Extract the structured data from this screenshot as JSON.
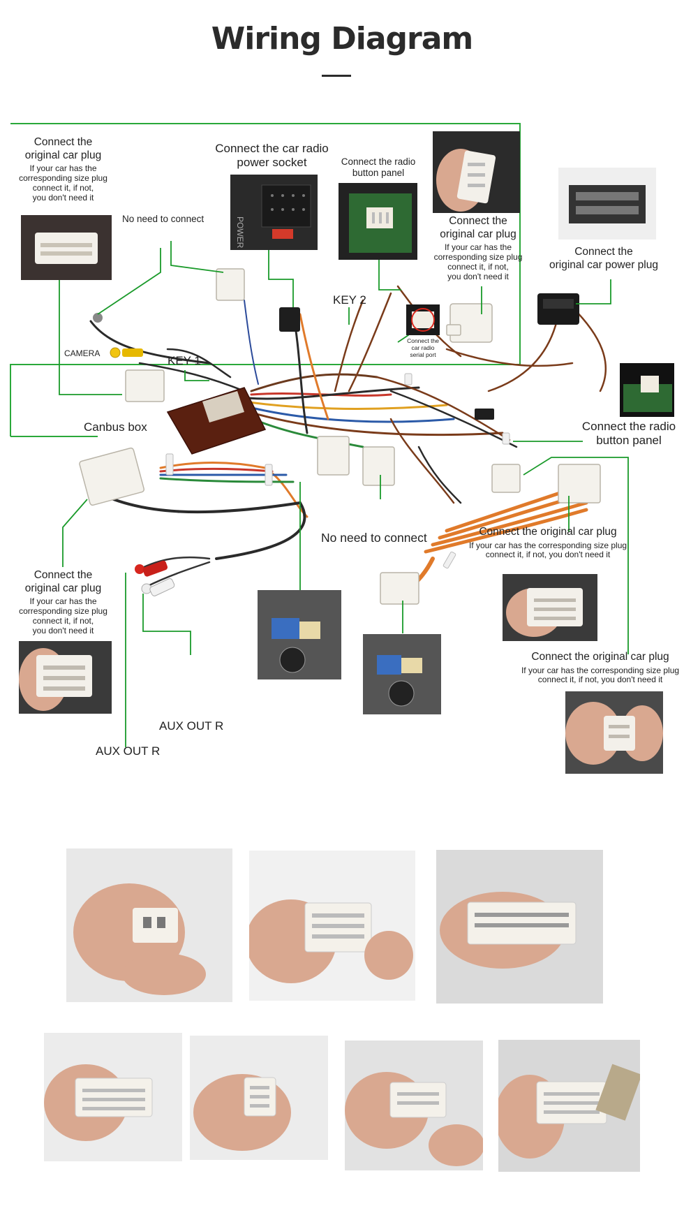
{
  "title": "Wiring Diagram",
  "labels": {
    "orig_plug_top_left": {
      "heading": "Connect the\noriginal car plug",
      "note": "If your car has the\ncorresponding size plug\nconnect it, if not,\nyou don't need it"
    },
    "no_need_top": "No need to connect",
    "power_socket": "Connect the car radio\npower socket",
    "radio_button_top": "Connect the radio\nbutton panel",
    "orig_plug_top_mid": {
      "heading": "Connect the\noriginal car plug",
      "note": "If your car has the\ncorresponding size plug\nconnect it, if not,\nyou don't need it"
    },
    "power_plug": "Connect the\noriginal car power plug",
    "key2": "KEY 2",
    "serial_port": "Connect the\ncar radio\nserial port",
    "camera": "CAMERA",
    "key1": "KEY 1",
    "canbus": "Canbus box",
    "radio_button_right": "Connect the radio\nbutton panel",
    "no_need_mid": "No need to connect",
    "orig_plug_right_1": {
      "heading": "Connect the original car plug",
      "note": "If your car has the corresponding size plug\nconnect it, if not, you don't need it"
    },
    "orig_plug_left_mid": {
      "heading": "Connect the\noriginal car plug",
      "note": "If your car has the\ncorresponding size plug\nconnect it, if not,\nyou don't need it"
    },
    "orig_plug_right_2": {
      "heading": "Connect the original car plug",
      "note": "If your car has the corresponding size plug\nconnect it, if not, you don't need it"
    },
    "aux_out_r_1": "AUX OUT R",
    "aux_out_r_2": "AUX OUT R"
  },
  "colors": {
    "leader": "#1a9a2a",
    "frame": "#2aa83a",
    "title": "#2b2b2b",
    "plug": "#f4f2ec",
    "wire_orange": "#e07a2a",
    "wire_brown": "#7a3b1a",
    "canbus": "#5a2010"
  }
}
